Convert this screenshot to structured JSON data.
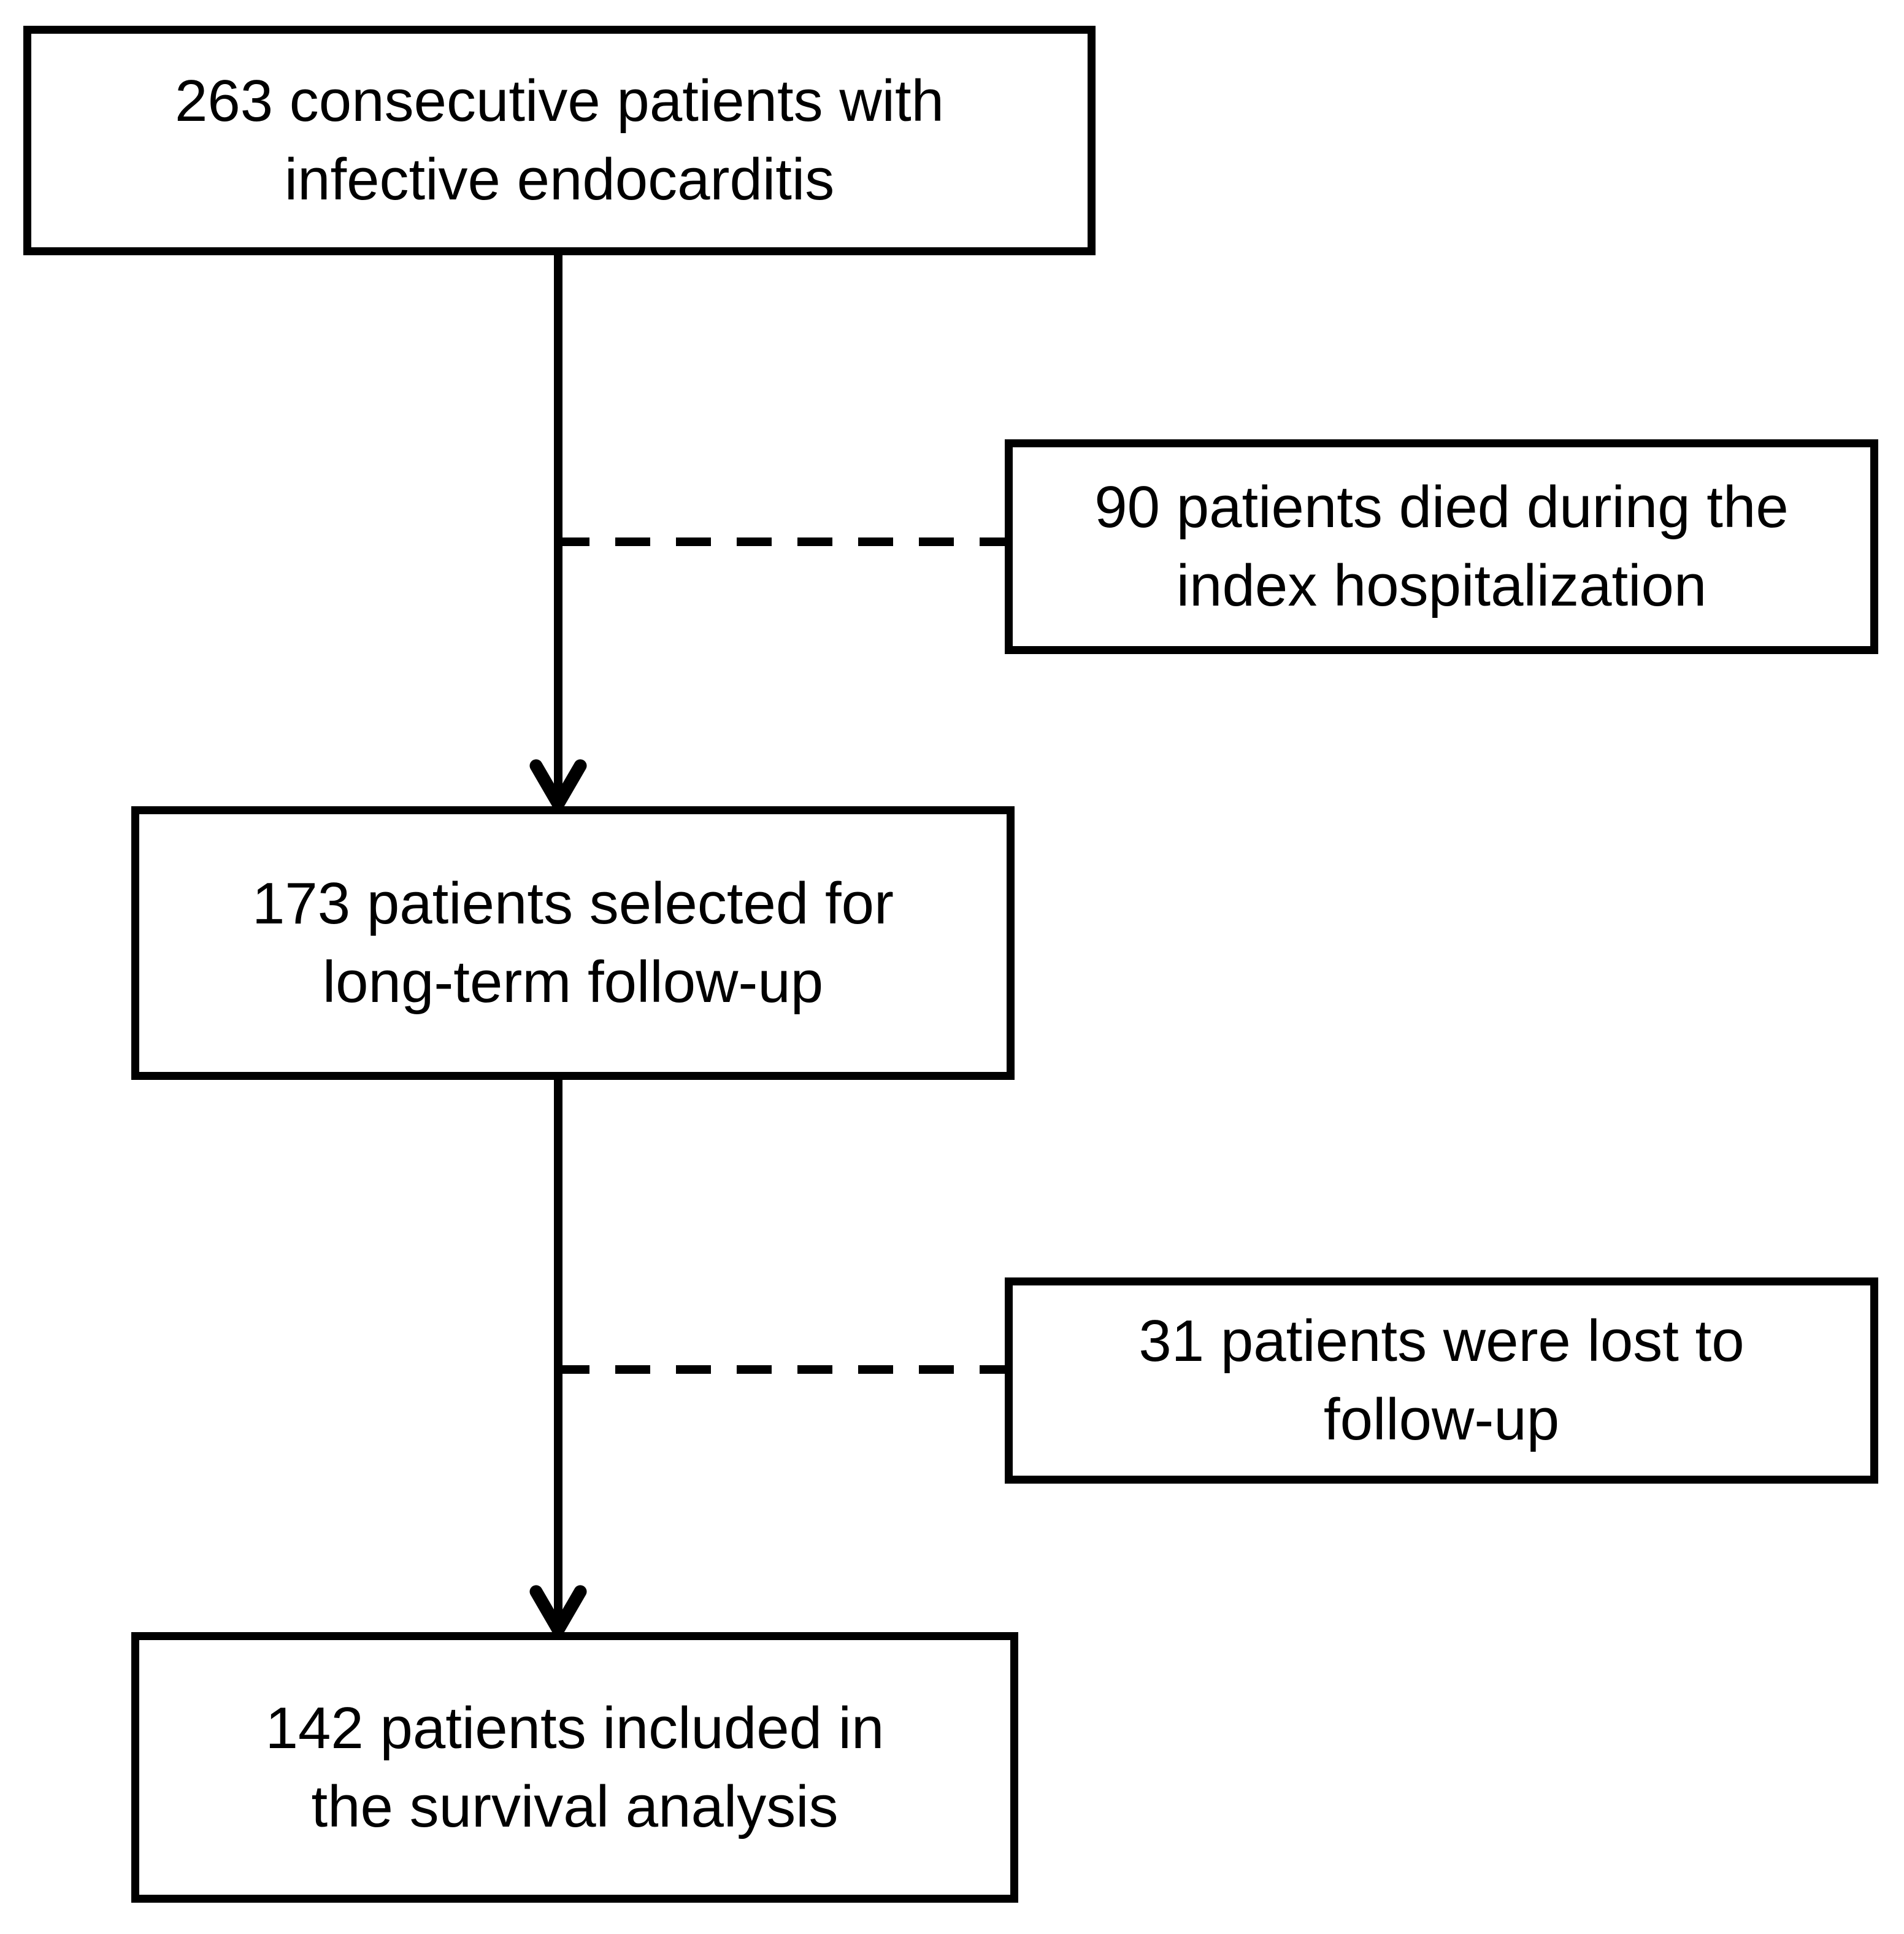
{
  "flowchart": {
    "boxes": {
      "enrolled": {
        "line1": "263 consecutive patients with",
        "line2": "infective endocarditis"
      },
      "died": {
        "line1": "90 patients died during the",
        "line2": "index hospitalization"
      },
      "selected": {
        "line1": "173 patients selected for",
        "line2": "long-term follow-up"
      },
      "lost": {
        "line1": "31 patients were lost to",
        "line2": "follow-up"
      },
      "analyzed": {
        "line1": "142 patients included in",
        "line2": "the survival analysis"
      }
    },
    "colors": {
      "line": "#000000",
      "text": "#000000",
      "background": "#ffffff"
    }
  }
}
